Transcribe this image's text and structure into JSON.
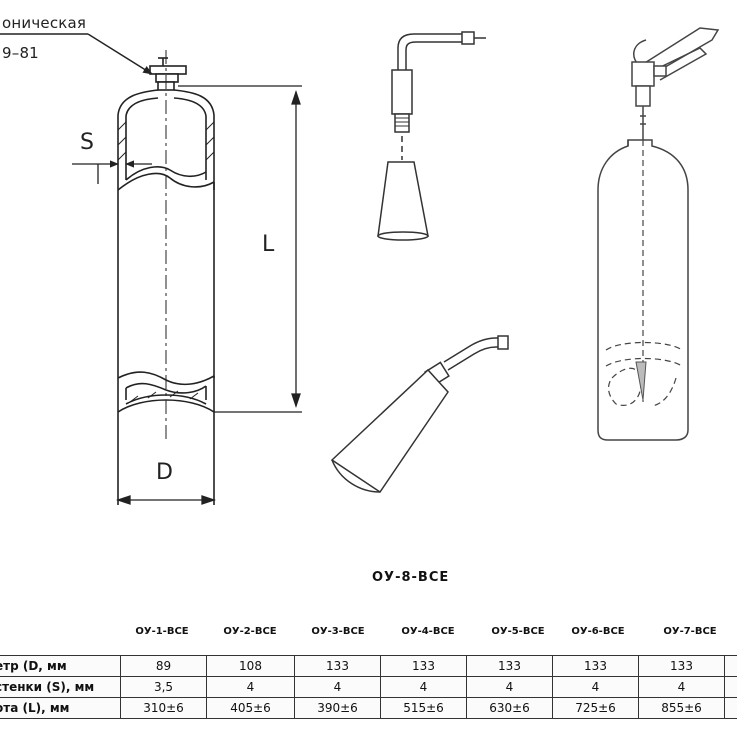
{
  "callouts": {
    "valve_label": "оническая",
    "valve_code": "9–81",
    "wall_dim": "S",
    "length_dim": "L",
    "diameter_dim": "D"
  },
  "caption": "ОУ-8-ВСЕ",
  "table": {
    "models": [
      "ОУ-1-ВСЕ",
      "ОУ-2-ВСЕ",
      "ОУ-3-ВСЕ",
      "ОУ-4-ВСЕ",
      "ОУ-5-ВСЕ",
      "ОУ-6-ВСЕ",
      "ОУ-7-ВСЕ"
    ],
    "rows": [
      {
        "label": "етр (D, мм",
        "values": [
          "89",
          "108",
          "133",
          "133",
          "133",
          "133",
          "133"
        ]
      },
      {
        "label": "стенки (S), мм",
        "values": [
          "3,5",
          "4",
          "4",
          "4",
          "4",
          "4",
          "4"
        ]
      },
      {
        "label": "ота (L), мм",
        "values": [
          "310±6",
          "405±6",
          "390±6",
          "515±6",
          "630±6",
          "725±6",
          "855±6"
        ]
      }
    ]
  }
}
